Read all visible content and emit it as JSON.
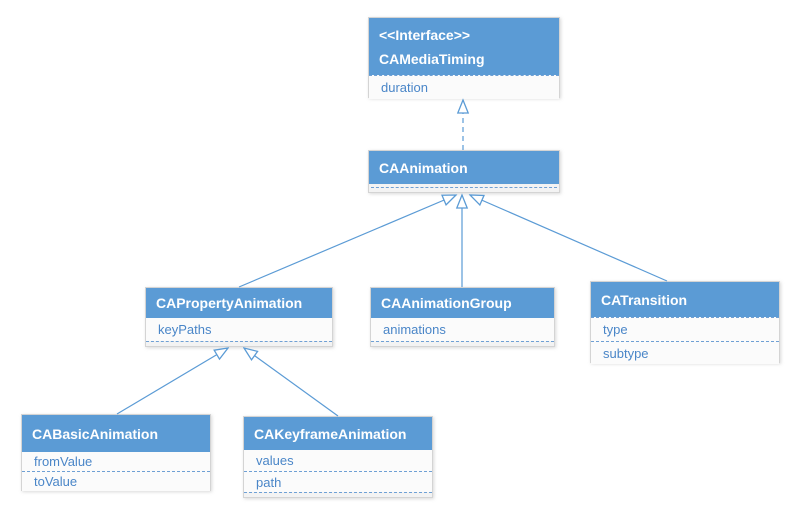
{
  "classes": [
    {
      "stereotype": "<<Interface>>",
      "name": "CAMediaTiming",
      "attributes": [
        "duration"
      ]
    },
    {
      "name": "CAAnimation",
      "attributes": []
    },
    {
      "name": "CAPropertyAnimation",
      "attributes": [
        "keyPaths"
      ]
    },
    {
      "name": "CAAnimationGroup",
      "attributes": [
        "animations"
      ]
    },
    {
      "name": "CATransition",
      "attributes": [
        "type",
        "subtype"
      ]
    },
    {
      "name": "CABasicAnimation",
      "attributes": [
        "fromValue",
        "toValue"
      ]
    },
    {
      "name": "CAKeyframeAnimation",
      "attributes": [
        "values",
        "path"
      ]
    }
  ],
  "relationships": [
    {
      "from": "CAAnimation",
      "to": "CAMediaTiming",
      "type": "realization"
    },
    {
      "from": "CAPropertyAnimation",
      "to": "CAAnimation",
      "type": "generalization"
    },
    {
      "from": "CAAnimationGroup",
      "to": "CAAnimation",
      "type": "generalization"
    },
    {
      "from": "CATransition",
      "to": "CAAnimation",
      "type": "generalization"
    },
    {
      "from": "CABasicAnimation",
      "to": "CAPropertyAnimation",
      "type": "generalization"
    },
    {
      "from": "CAKeyframeAnimation",
      "to": "CAPropertyAnimation",
      "type": "generalization"
    }
  ],
  "colors": {
    "header_fill": "#5b9bd5",
    "header_text": "#ffffff",
    "attribute_text": "#4a86c8",
    "separator": "#6fa0d4",
    "connector": "#5b9bd5",
    "body_fill": "#f7f7f7",
    "border": "#d4d4d4"
  }
}
